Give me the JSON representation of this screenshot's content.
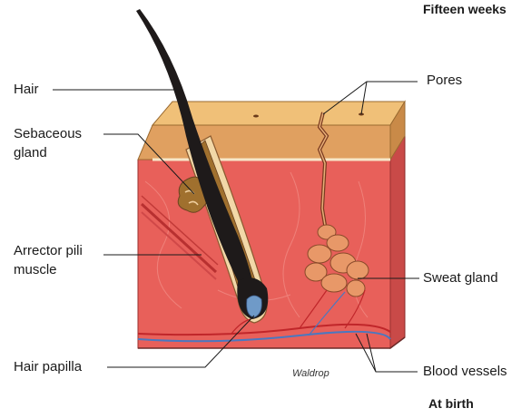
{
  "figure": {
    "top_caption": "Fifteen weeks",
    "bottom_caption": "At birth",
    "credit": "Waldrop"
  },
  "labels": {
    "hair": "Hair",
    "sebaceous_line1": "Sebaceous",
    "sebaceous_line2": "gland",
    "arrector_line1": "Arrector pili",
    "arrector_line2": "muscle",
    "hair_papilla": "Hair papilla",
    "pores": "Pores",
    "sweat_gland": "Sweat gland",
    "blood_vessels": "Blood vessels"
  },
  "colors": {
    "epidermis": "#e0a060",
    "dermis": "#e8605a",
    "hair": "#1e1a1a",
    "vessel_red": "#c0262a",
    "vessel_blue": "#4a78c0"
  }
}
